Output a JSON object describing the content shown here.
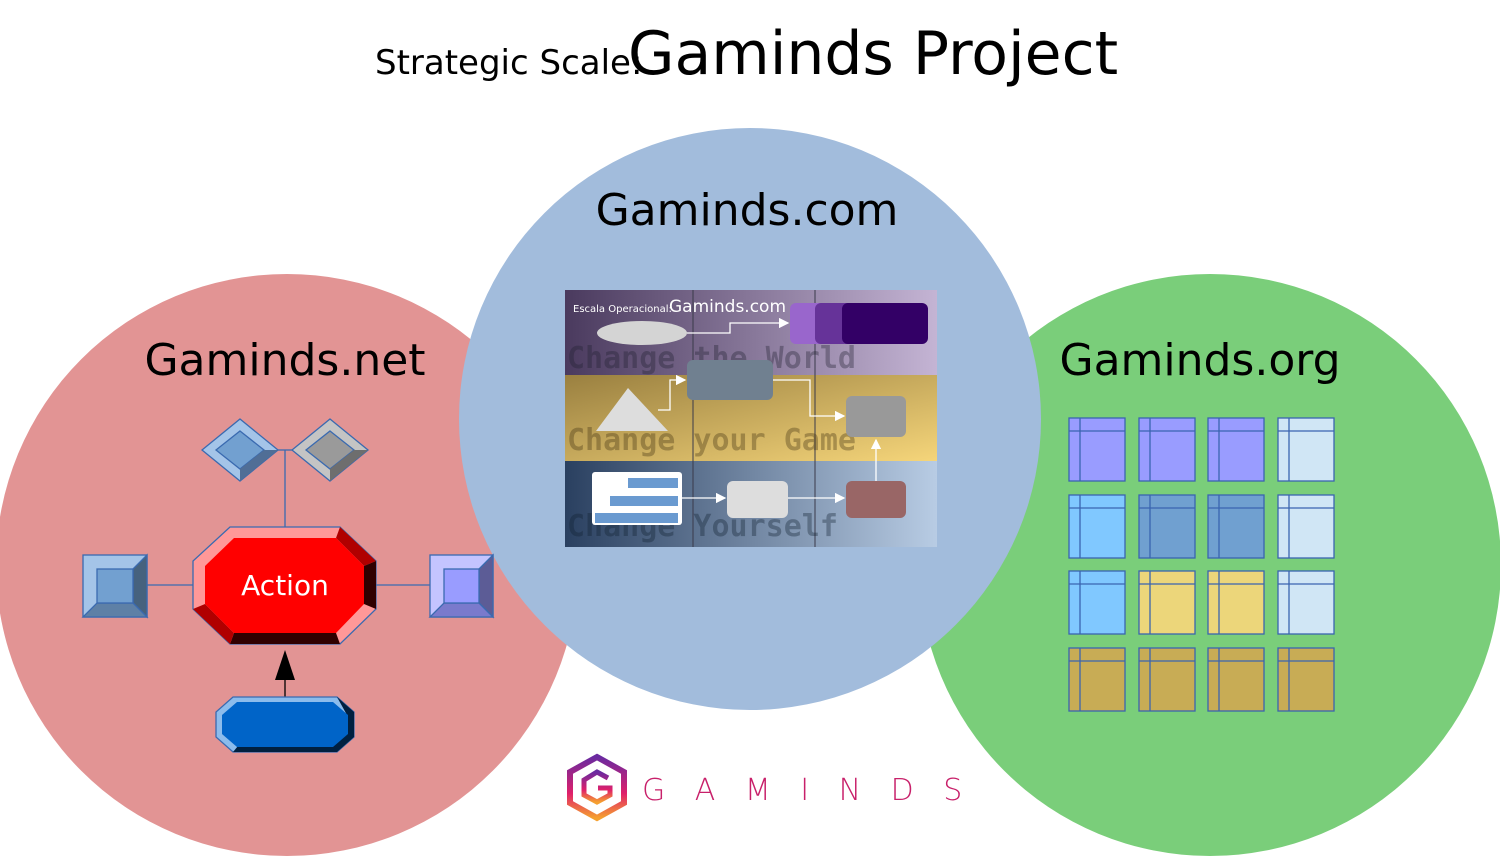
{
  "title": {
    "prefix": "Strategic Scale:",
    "main": "Gaminds Project"
  },
  "circles": {
    "net": {
      "label": "Gaminds.net",
      "color": "#e29494"
    },
    "com": {
      "label": "Gaminds.com",
      "color": "#a2bcdc"
    },
    "org": {
      "label": "Gaminds.org",
      "color": "#7ace7a"
    }
  },
  "net_diagram": {
    "action_label": "Action"
  },
  "com_preview": {
    "heading_prefix": "Escala Operacional:",
    "heading_main": "Gaminds.com",
    "bands": [
      "Change the World",
      "Change your Game",
      "Change Yourself"
    ]
  },
  "org_grid": {
    "rows": [
      [
        "#999cff",
        "#999cff",
        "#999cff",
        "#d0e6f5"
      ],
      [
        "#80c8ff",
        "#70a0d0",
        "#70a0d0",
        "#d0e6f5"
      ],
      [
        "#80c8ff",
        "#ecd67a",
        "#ecd67a",
        "#d0e6f5"
      ],
      [
        "#c8ac55",
        "#c8ac55",
        "#c8ac55",
        "#c8ac55"
      ]
    ]
  },
  "logo": {
    "wordmark": "G A M I N D S",
    "icon": "gaminds-hex-logo"
  }
}
